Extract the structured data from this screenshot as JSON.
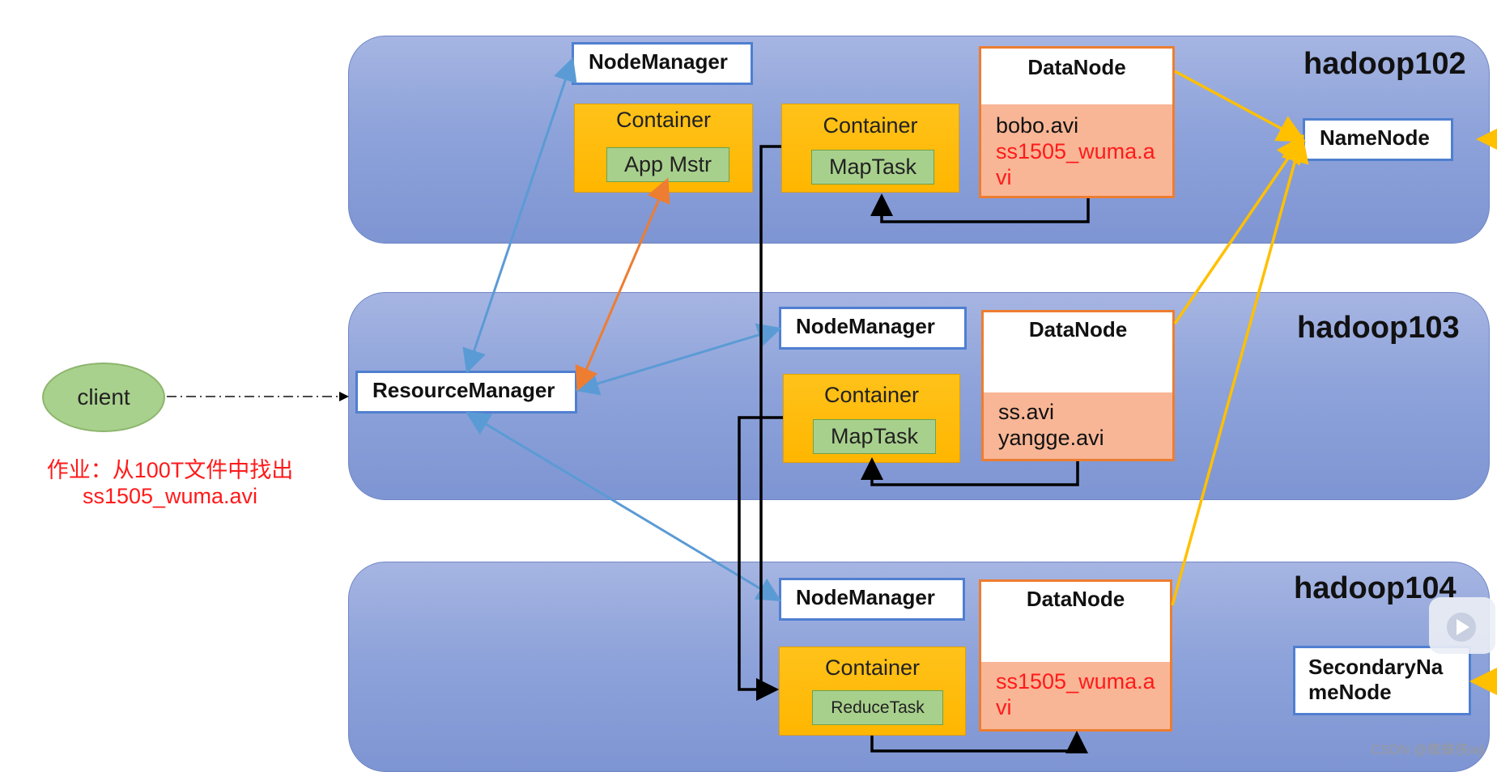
{
  "hosts": [
    {
      "name": "hadoop102",
      "nodemanager": "NodeManager",
      "containers": [
        {
          "label": "Container",
          "task": "App Mstr"
        },
        {
          "label": "Container",
          "task": "MapTask"
        }
      ],
      "datanode": {
        "title": "DataNode",
        "file1": "bobo.avi",
        "file2_line1": "ss1505_wuma.a",
        "file2_line2": "vi"
      },
      "namenode": "NameNode"
    },
    {
      "name": "hadoop103",
      "nodemanager": "NodeManager",
      "containers": [
        {
          "label": "Container",
          "task": "MapTask"
        }
      ],
      "datanode": {
        "title": "DataNode",
        "file1": "ss.avi",
        "file2": "yangge.avi"
      },
      "resourcemanager": "ResourceManager"
    },
    {
      "name": "hadoop104",
      "nodemanager": "NodeManager",
      "containers": [
        {
          "label": "Container",
          "task": "ReduceTask"
        }
      ],
      "datanode": {
        "title": "DataNode",
        "file1_line1": "ss1505_wuma.a",
        "file1_line2": "vi"
      },
      "secondarynamenode_line1": "SecondaryNa",
      "secondarynamenode_line2": "meNode"
    }
  ],
  "client": {
    "label": "client"
  },
  "homework": {
    "line1": "作业：从100T文件中找出",
    "line2": "ss1505_wuma.avi"
  },
  "watermark": "CSDN @蜘蛛侠wji",
  "colors": {
    "band": "#8ea3da",
    "container": "#ffc000",
    "task": "#a8d08d",
    "datanode_body": "#f8b696",
    "datanode_border": "#ed7d31",
    "nodebox_border": "#4f7fd0",
    "arrow_blue": "#5b9bd5",
    "arrow_orange": "#ed7d31",
    "arrow_gold": "#ffc000",
    "arrow_black": "#000000",
    "highlight_red": "#ff1a1a"
  }
}
